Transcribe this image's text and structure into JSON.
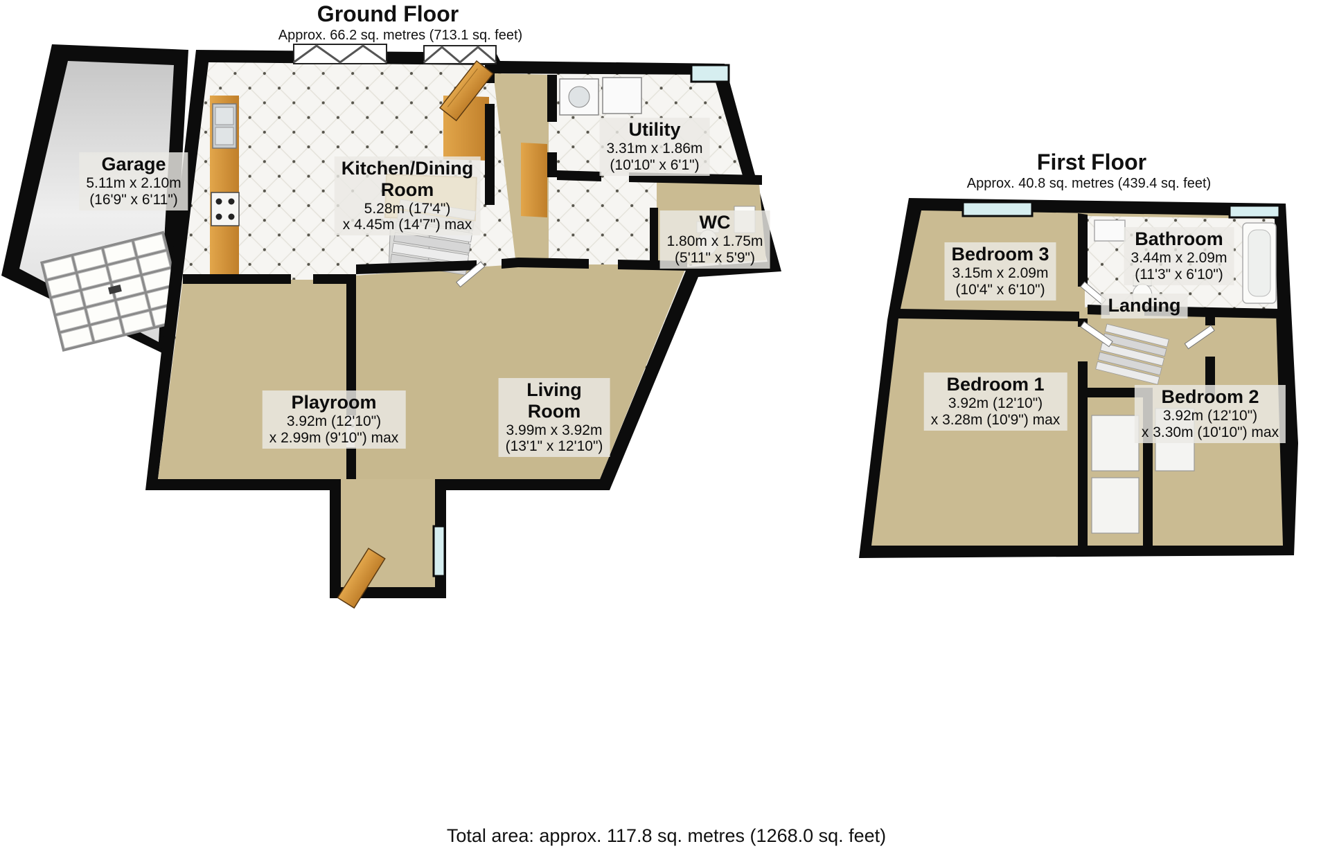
{
  "colors": {
    "wall": "#0c0c0c",
    "floor_tan": "#cabb92",
    "tile_floor": "#f6f5f2",
    "wood": "#cf8f3a",
    "window_glass": "#d6eef0",
    "label_bg": "#e9e8e4",
    "garage_floor": "#dcdcdc"
  },
  "ground_floor": {
    "title": "Ground Floor",
    "subtitle": "Approx. 66.2 sq. metres (713.1 sq. feet)",
    "rooms": {
      "garage": {
        "name_lines": [
          "Garage"
        ],
        "dims": [
          "5.11m x 2.10m",
          "(16'9\" x 6'11\")"
        ]
      },
      "kitchen_dining": {
        "name_lines": [
          "Kitchen/Dining",
          "Room"
        ],
        "dims": [
          "5.28m (17'4\")",
          "x 4.45m (14'7\") max"
        ]
      },
      "utility": {
        "name_lines": [
          "Utility"
        ],
        "dims": [
          "3.31m x 1.86m",
          "(10'10\" x 6'1\")"
        ]
      },
      "wc": {
        "name_lines": [
          "WC"
        ],
        "dims": [
          "1.80m x 1.75m",
          "(5'11\" x 5'9\")"
        ]
      },
      "playroom": {
        "name_lines": [
          "Playroom"
        ],
        "dims": [
          "3.92m (12'10\")",
          "x 2.99m (9'10\") max"
        ]
      },
      "living_room": {
        "name_lines": [
          "Living",
          "Room"
        ],
        "dims": [
          "3.99m x 3.92m",
          "(13'1\" x 12'10\")"
        ]
      }
    }
  },
  "first_floor": {
    "title": "First Floor",
    "subtitle": "Approx. 40.8 sq. metres (439.4 sq. feet)",
    "rooms": {
      "bedroom3": {
        "name_lines": [
          "Bedroom 3"
        ],
        "dims": [
          "3.15m x 2.09m",
          "(10'4\" x 6'10\")"
        ]
      },
      "bathroom": {
        "name_lines": [
          "Bathroom"
        ],
        "dims": [
          "3.44m x 2.09m",
          "(11'3\" x 6'10\")"
        ]
      },
      "landing": {
        "name_lines": [
          "Landing"
        ],
        "dims": []
      },
      "bedroom1": {
        "name_lines": [
          "Bedroom 1"
        ],
        "dims": [
          "3.92m (12'10\")",
          "x 3.28m (10'9\") max"
        ]
      },
      "bedroom2": {
        "name_lines": [
          "Bedroom 2"
        ],
        "dims": [
          "3.92m (12'10\")",
          "x 3.30m (10'10\") max"
        ]
      }
    }
  },
  "footer": {
    "total_area": "Total area: approx. 117.8 sq. metres (1268.0 sq. feet)"
  }
}
